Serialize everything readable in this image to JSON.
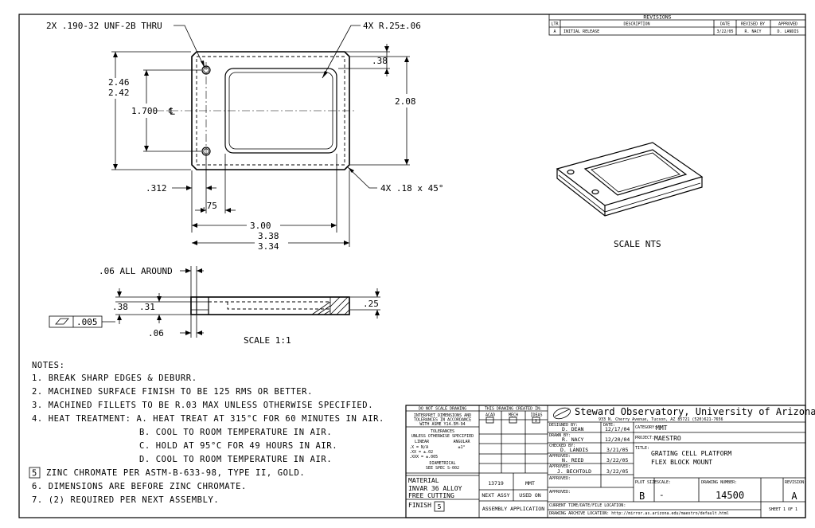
{
  "revisions": {
    "title": "REVISIONS",
    "headers": [
      "LTR",
      "DESCRIPTION",
      "DATE",
      "REVISED BY",
      "APPROVED"
    ],
    "row": [
      "A",
      "INITIAL RELEASE",
      "3/22/05",
      "R. NACY",
      "D. LANDIS"
    ]
  },
  "plan_dims": {
    "thread": "2X .190-32 UNF-2B THRU",
    "radius": "4X R.25±.06",
    "offset_38": ".38",
    "h246": "2.46",
    "h242": "2.42",
    "h1700": "1.700",
    "centerline": "℄",
    "h208": "2.08",
    "d312": ".312",
    "chamfer": "4X .18 x 45°",
    "d75": ".75",
    "w300": "3.00",
    "w338": "3.38",
    "w334": "3.34"
  },
  "section_dims": {
    "all_around": ".06 ALL AROUND",
    "t38": ".38",
    "t31": ".31",
    "t25": ".25",
    "t06": ".06",
    "flatness_symbol": "⏥",
    "flatness_value": ".005",
    "scale": "SCALE 1:1"
  },
  "iso_scale": "SCALE NTS",
  "notes": {
    "heading": "NOTES:",
    "n1": "1. BREAK SHARP EDGES & DEBURR.",
    "n2": "2. MACHINED SURFACE FINISH TO BE 125 RMS OR BETTER.",
    "n3": "3. MACHINED FILLETS TO BE R.03 MAX UNLESS OTHERWISE SPECIFIED.",
    "n4a": "4. HEAT TREATMENT: A. HEAT TREAT AT 315°C FOR 60 MINUTES IN AIR.",
    "n4b": "B. COOL TO ROOM TEMPERATURE IN AIR.",
    "n4c": "C. HOLD AT 95°C FOR 49 HOURS IN AIR.",
    "n4d": "D. COOL TO ROOM TEMPERATURE IN AIR.",
    "n5num": "5",
    "n5": "ZINC CHROMATE PER ASTM-B-633-98, TYPE II, GOLD.",
    "n6": "6. DIMENSIONS ARE BEFORE ZINC CHROMATE.",
    "n7": "7. (2) REQUIRED PER NEXT ASSEMBLY."
  },
  "title_block": {
    "do_not_scale": "DO NOT SCALE DRAWING",
    "interpret1": "INTERPRET DIMENSIONS AND",
    "interpret2": "TOLERANCES IN ACCORDANCE",
    "interpret3": "WITH ASME Y14.5M-94",
    "tolerances": "TOLERANCES",
    "unless": "UNLESS OTHERWISE SPECIFIED",
    "linear": "LINEAR",
    "angular": "ANGULAR",
    "tol_x": ".X   = N/A",
    "tol_xx": ".XX  = ±.02",
    "tol_xxx": ".XXX = ±.005",
    "tol_ang": "±1°",
    "diametrical": "DIAMETRICAL",
    "see_spec": "SEE SPEC S-002",
    "created_in": "THIS DRAWING CREATED IN:",
    "acad": "ACAD",
    "mech": "MECH",
    "ideas": "IDEAS",
    "ideas_mark": "X",
    "material_label": "MATERIAL",
    "material": "INVAR 36 ALLOY",
    "free_cutting": "FREE CUTTING",
    "finish_label": "FINISH",
    "finish_num": "5",
    "next_assy_no": "13719",
    "used_on_no": "MMT",
    "next_assy": "NEXT ASSY",
    "used_on": "USED ON",
    "assy_app": "ASSEMBLY APPLICATION",
    "org_name": "Steward Observatory, University of Arizona",
    "org_addr": "933 N. Cherry Avenue, Tucson, AZ  85721  (520)621-7656",
    "designed_by_label": "DESIGNED BY:",
    "designed_by": "D. DEAN",
    "date_label": "DATE:",
    "designed_date": "12/17/04",
    "drawn_by_label": "DRAWN BY:",
    "drawn_by": "R. NACY",
    "drawn_date": "12/20/04",
    "checked_label": "CHECKED BY:",
    "checked_by": "D. LANDIS",
    "checked_date": "3/21/05",
    "approved1_label": "APPROVED:",
    "approved1": "N. REED",
    "approved1_date": "3/22/05",
    "approved2_label": "APPROVED:",
    "approved2": "J. BECHTOLD",
    "approved2_date": "3/22/05",
    "approved3_label": "APPROVED:",
    "approved4_label": "APPROVED:",
    "category_label": "CATEGORY:",
    "category": "MMT",
    "project_label": "PROJECT:",
    "project": "MAESTRO",
    "title_label": "TITLE:",
    "title1": "GRATING CELL PLATFORM",
    "title2": "FLEX BLOCK MOUNT",
    "plot_size_label": "PLOT SIZE",
    "plot_size": "B",
    "scale_label": "SCALE:",
    "scale": "-",
    "dwg_no_label": "DRAWING NUMBER:",
    "dwg_no": "14500",
    "rev_label": "REVISION:",
    "rev": "A",
    "current_time_label": "CURRENT TIME/DATE/FILE LOCATION:",
    "archive_label": "DRAWING ARCHIVE LOCATION: http://mirror.as.arizona.edu/maestro/default.html",
    "sheet": "SHEET 1 OF 1"
  }
}
